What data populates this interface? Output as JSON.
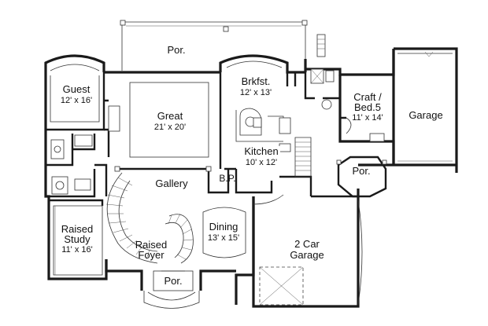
{
  "rooms": {
    "porch_top": {
      "name": "Por."
    },
    "guest": {
      "name": "Guest",
      "size": "12' x 16'"
    },
    "great": {
      "name": "Great",
      "size": "21' x 20'"
    },
    "breakfast": {
      "name": "Brkfst.",
      "size": "12' x 13'"
    },
    "craft": {
      "name_line1": "Craft /",
      "name_line2": "Bed.5",
      "size": "11' x 14'"
    },
    "garage_right": {
      "name": "Garage"
    },
    "kitchen": {
      "name": "Kitchen",
      "size": "10' x 12'"
    },
    "porch_right": {
      "name": "Por."
    },
    "gallery": {
      "name": "Gallery"
    },
    "bp": {
      "name": "B.P."
    },
    "study": {
      "name_line1": "Raised",
      "name_line2": "Study",
      "size": "11' x 16'"
    },
    "dining": {
      "name": "Dining",
      "size": "13' x 15'"
    },
    "foyer": {
      "name_line1": "Raised",
      "name_line2": "Foyer"
    },
    "garage_two": {
      "name_line1": "2 Car",
      "name_line2": "Garage"
    },
    "porch_front": {
      "name": "Por."
    }
  }
}
